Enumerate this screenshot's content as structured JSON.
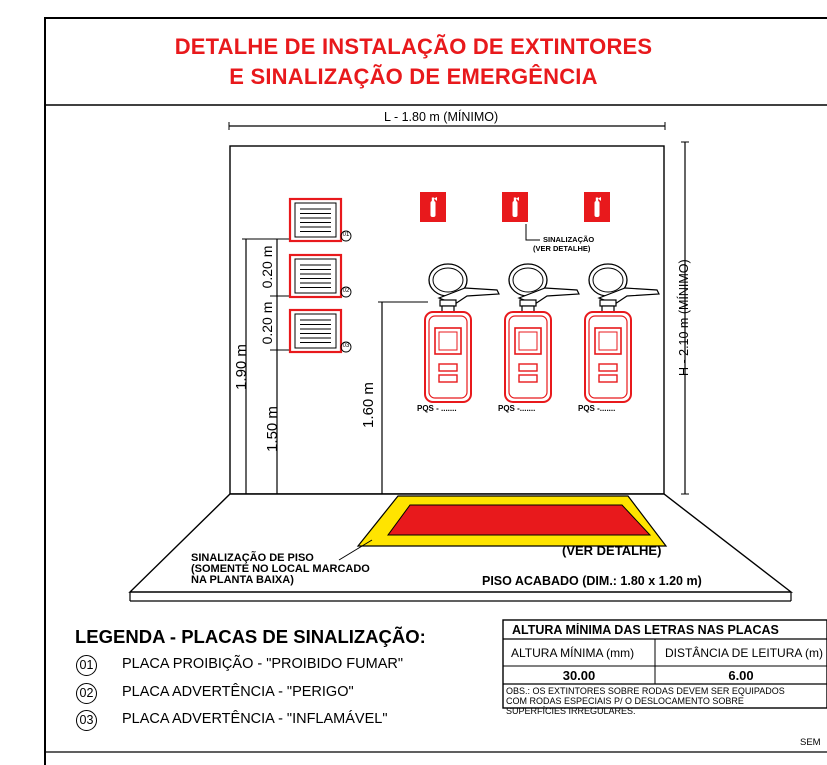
{
  "title": {
    "line1": "DETALHE DE INSTALAÇÃO DE EXTINTORES",
    "line2": "E SINALIZAÇÃO DE EMERGÊNCIA"
  },
  "dimensions": {
    "width_label": "L - 1.80 m (MÍNIMO)",
    "height_label": "H - 2.10 m (MÍNIMO)",
    "h_190": "1.90 m",
    "h_150": "1.50 m",
    "h_020_a": "0.20 m",
    "h_020_b": "0.20 m",
    "h_160": "1.60 m"
  },
  "plates": [
    {
      "num": "01"
    },
    {
      "num": "02"
    },
    {
      "num": "03"
    }
  ],
  "signage_label": {
    "line1": "SINALIZAÇÃO",
    "line2": "(VER DETALHE)"
  },
  "extinguishers": [
    {
      "label": "PQS - ......."
    },
    {
      "label": "PQS -......."
    },
    {
      "label": "PQS -......."
    }
  ],
  "floor": {
    "sign_line1": "SINALIZAÇÃO DE PISO",
    "sign_line2": "(SOMENTE NO LOCAL MARCADO",
    "sign_line3": "NA PLANTA BAIXA)",
    "detail": "(VER DETALHE)",
    "finished": "PISO ACABADO (DIM.: 1.80 x 1.20 m)"
  },
  "legend": {
    "title": "LEGENDA - PLACAS DE SINALIZAÇÃO:",
    "items": [
      {
        "num": "01",
        "text": "PLACA PROIBIÇÃO - \"PROIBIDO FUMAR\""
      },
      {
        "num": "02",
        "text": "PLACA ADVERTÊNCIA - \"PERIGO\""
      },
      {
        "num": "03",
        "text": "PLACA ADVERTÊNCIA - \"INFLAMÁVEL\""
      }
    ]
  },
  "table": {
    "title": "ALTURA MÍNIMA DAS LETRAS NAS PLACAS",
    "col1_header": "ALTURA MÍNIMA (mm)",
    "col2_header": "DISTÂNCIA DE LEITURA (m)",
    "col1_value": "30.00",
    "col2_value": "6.00",
    "obs_line1": "OBS.: OS EXTINTORES SOBRE RODAS DEVEM SER EQUIPADOS",
    "obs_line2": "COM RODAS  ESPECIAIS P/ O DESLOCAMENTO SOBRE",
    "obs_line3": "SUPERFÍCIES IRREGULARES."
  },
  "footer": {
    "scale": "SEM"
  },
  "colors": {
    "red": "#e8191c",
    "yellow": "#ffe400",
    "black": "#000000"
  }
}
